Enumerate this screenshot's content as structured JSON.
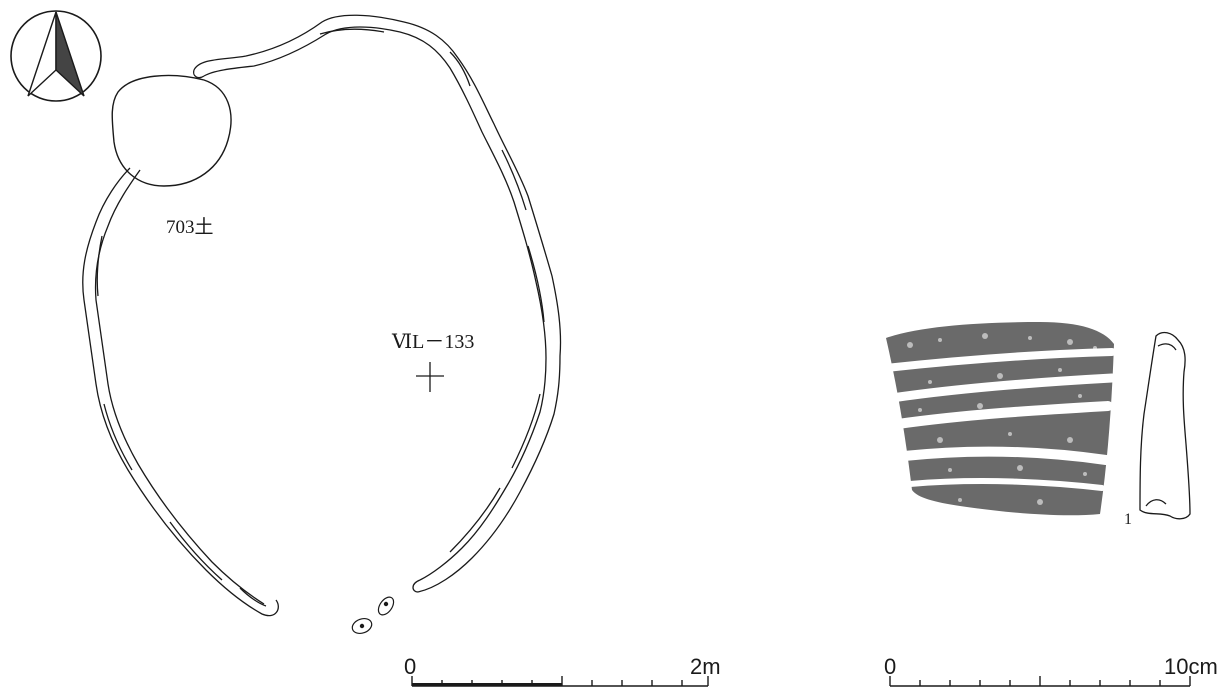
{
  "feature_labels": {
    "pit_label": "703土",
    "grid_point_label": "ⅥL－133"
  },
  "artifact": {
    "number": "1"
  },
  "scale_bars": {
    "site": {
      "start": "0",
      "end": "2m"
    },
    "artifact": {
      "start": "0",
      "end": "10cm"
    }
  },
  "colors": {
    "line": "#1a1a1a",
    "fill_dark": "#444444"
  },
  "icons": {
    "north_arrow": "north-arrow-icon"
  }
}
